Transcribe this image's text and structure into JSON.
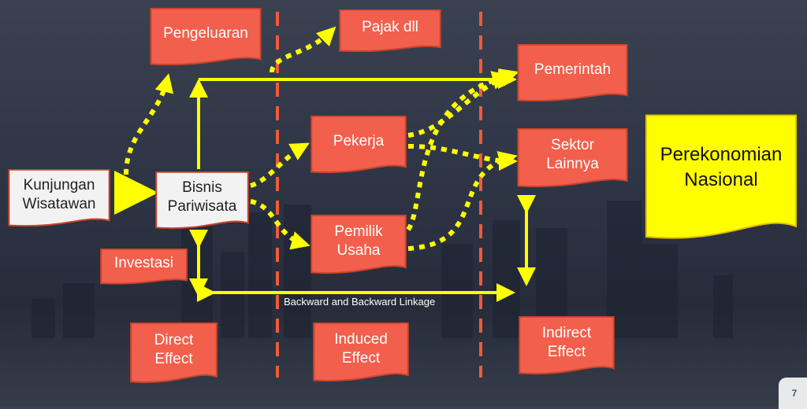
{
  "boxes": {
    "pengeluaran": "Pengeluaran",
    "pajak": "Pajak dll",
    "pemerintah": "Pemerintah",
    "pekerja": "Pekerja",
    "sektor": "Sektor Lainnya",
    "perekonomian": "Perekonomian Nasional",
    "kunjungan": "Kunjungan Wisatawan",
    "bisnis": "Bisnis Pariwisata",
    "pemilik": "Pemilik Usaha",
    "investasi": "Investasi",
    "direct": "Direct Effect",
    "induced": "Induced Effect",
    "indirect": "Indirect Effect"
  },
  "linkage_label": "Backward and Backward Linkage",
  "page_number": "7",
  "colors": {
    "red": "#f25f4c",
    "white": "#f2f2f2",
    "yellow": "#ffff00",
    "dash": "#f05a3a"
  }
}
